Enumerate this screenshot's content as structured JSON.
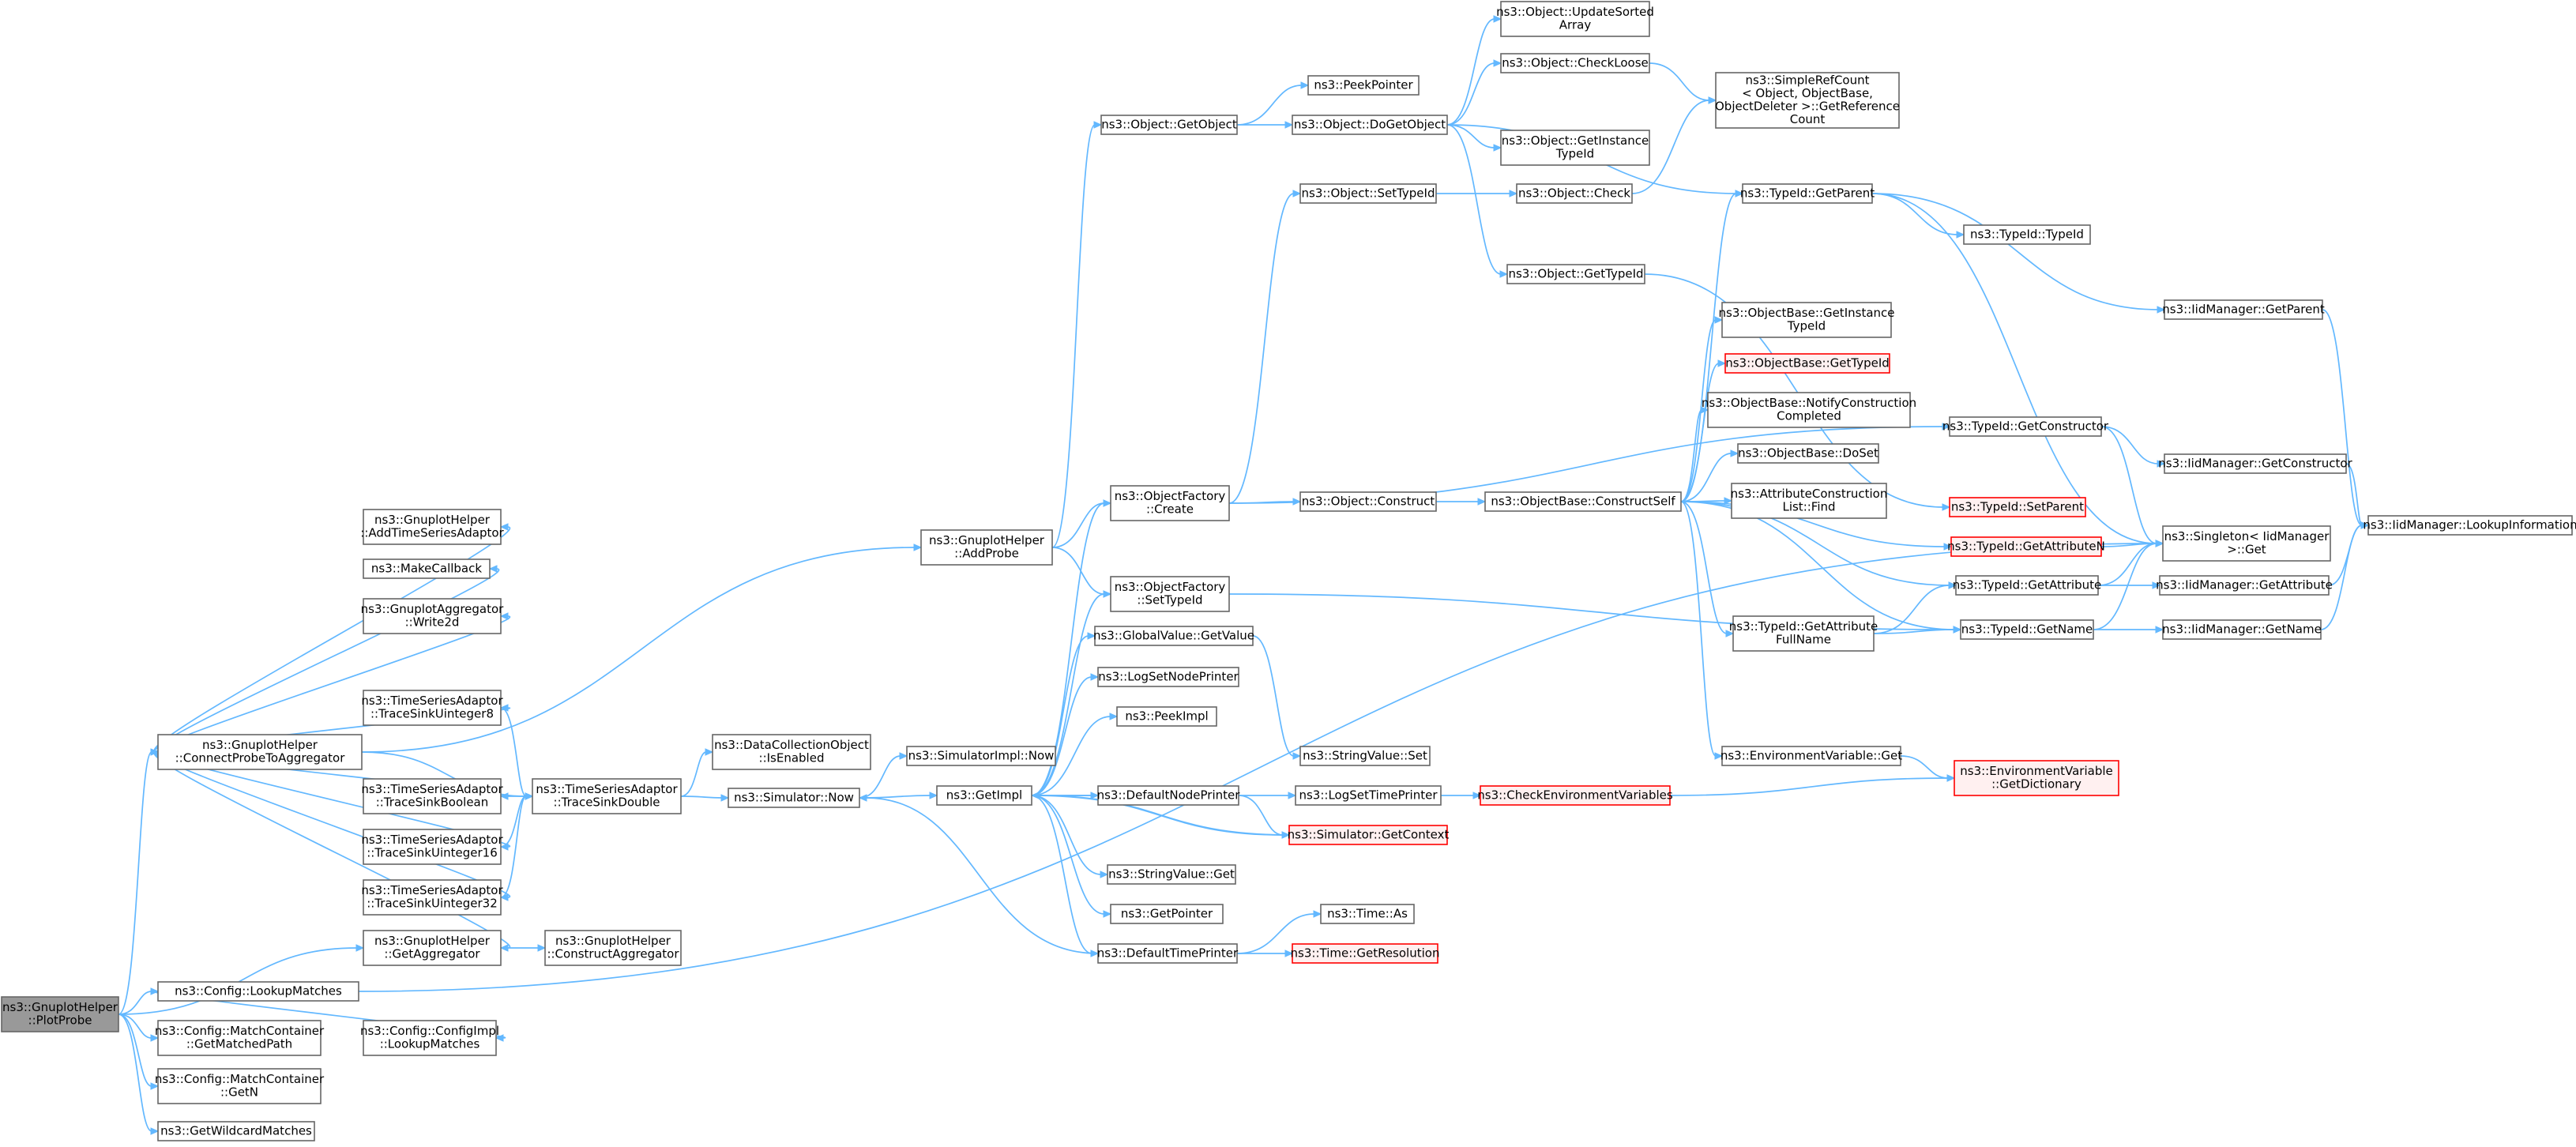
{
  "diagram": {
    "title": "",
    "colors": {
      "edge": "#63b8ff",
      "node_border": "#666666",
      "red_border": "#ff0000",
      "red_fill": "#fff0f0",
      "root_fill": "#999999"
    },
    "nodes": [
      {
        "id": "root",
        "lines": [
          "ns3::GnuplotHelper",
          "::PlotProbe"
        ],
        "style": "root"
      },
      {
        "id": "cpta",
        "lines": [
          "ns3::GnuplotHelper",
          "::ConnectProbeToAggregator"
        ]
      },
      {
        "id": "lookupMatches",
        "lines": [
          "ns3::Config::LookupMatches"
        ]
      },
      {
        "id": "mcGetMatchedPath",
        "lines": [
          "ns3::Config::MatchContainer",
          "::GetMatchedPath"
        ]
      },
      {
        "id": "mcGetN",
        "lines": [
          "ns3::Config::MatchContainer",
          "::GetN"
        ]
      },
      {
        "id": "getWildcard",
        "lines": [
          "ns3::GetWildcardMatches"
        ]
      },
      {
        "id": "addTSA",
        "lines": [
          "ns3::GnuplotHelper",
          "::AddTimeSeriesAdaptor"
        ]
      },
      {
        "id": "makeCallback",
        "lines": [
          "ns3::MakeCallback"
        ]
      },
      {
        "id": "write2d",
        "lines": [
          "ns3::GnuplotAggregator",
          "::Write2d"
        ]
      },
      {
        "id": "tsUint8",
        "lines": [
          "ns3::TimeSeriesAdaptor",
          "::TraceSinkUinteger8"
        ]
      },
      {
        "id": "tsBool",
        "lines": [
          "ns3::TimeSeriesAdaptor",
          "::TraceSinkBoolean"
        ]
      },
      {
        "id": "tsUint16",
        "lines": [
          "ns3::TimeSeriesAdaptor",
          "::TraceSinkUinteger16"
        ]
      },
      {
        "id": "tsUint32",
        "lines": [
          "ns3::TimeSeriesAdaptor",
          "::TraceSinkUinteger32"
        ]
      },
      {
        "id": "getAggregator",
        "lines": [
          "ns3::GnuplotHelper",
          "::GetAggregator"
        ]
      },
      {
        "id": "tsDouble",
        "lines": [
          "ns3::TimeSeriesAdaptor",
          "::TraceSinkDouble"
        ]
      },
      {
        "id": "constructAgg",
        "lines": [
          "ns3::GnuplotHelper",
          "::ConstructAggregator"
        ]
      },
      {
        "id": "dcoIsEnabled",
        "lines": [
          "ns3::DataCollectionObject",
          "::IsEnabled"
        ]
      },
      {
        "id": "simNow",
        "lines": [
          "ns3::Simulator::Now"
        ]
      },
      {
        "id": "simImplNow",
        "lines": [
          "ns3::SimulatorImpl::Now"
        ]
      },
      {
        "id": "configImplLookup",
        "lines": [
          "ns3::Config::ConfigImpl",
          "::LookupMatches"
        ]
      },
      {
        "id": "addProbe",
        "lines": [
          "ns3::GnuplotHelper",
          "::AddProbe"
        ]
      },
      {
        "id": "getImpl",
        "lines": [
          "ns3::GetImpl"
        ]
      },
      {
        "id": "objGetObject",
        "lines": [
          "ns3::Object::GetObject"
        ]
      },
      {
        "id": "ofCreate",
        "lines": [
          "ns3::ObjectFactory",
          "::Create"
        ]
      },
      {
        "id": "ofSetTypeId",
        "lines": [
          "ns3::ObjectFactory",
          "::SetTypeId"
        ]
      },
      {
        "id": "gvGetValue",
        "lines": [
          "ns3::GlobalValue::GetValue"
        ]
      },
      {
        "id": "logSetNodePrinter",
        "lines": [
          "ns3::LogSetNodePrinter"
        ]
      },
      {
        "id": "peekImpl",
        "lines": [
          "ns3::PeekImpl"
        ]
      },
      {
        "id": "defaultNodePrinter",
        "lines": [
          "ns3::DefaultNodePrinter"
        ]
      },
      {
        "id": "stringValueGet",
        "lines": [
          "ns3::StringValue::Get"
        ]
      },
      {
        "id": "getPointer",
        "lines": [
          "ns3::GetPointer"
        ]
      },
      {
        "id": "defaultTimePrinter",
        "lines": [
          "ns3::DefaultTimePrinter"
        ]
      },
      {
        "id": "peekPointer",
        "lines": [
          "ns3::PeekPointer"
        ]
      },
      {
        "id": "objDoGetObject",
        "lines": [
          "ns3::Object::DoGetObject"
        ]
      },
      {
        "id": "objSetTypeId",
        "lines": [
          "ns3::Object::SetTypeId"
        ]
      },
      {
        "id": "objConstruct",
        "lines": [
          "ns3::Object::Construct"
        ]
      },
      {
        "id": "stringValueSet",
        "lines": [
          "ns3::StringValue::Set"
        ]
      },
      {
        "id": "logSetTimePrinter",
        "lines": [
          "ns3::LogSetTimePrinter"
        ]
      },
      {
        "id": "simGetContext",
        "lines": [
          "ns3::Simulator::GetContext"
        ],
        "style": "red"
      },
      {
        "id": "timeAs",
        "lines": [
          "ns3::Time::As"
        ]
      },
      {
        "id": "timeGetRes",
        "lines": [
          "ns3::Time::GetResolution"
        ],
        "style": "red"
      },
      {
        "id": "objUpdateSorted",
        "lines": [
          "ns3::Object::UpdateSorted",
          "Array"
        ]
      },
      {
        "id": "objCheckLoose",
        "lines": [
          "ns3::Object::CheckLoose"
        ]
      },
      {
        "id": "objGetInstanceTypeId",
        "lines": [
          "ns3::Object::GetInstance",
          "TypeId"
        ]
      },
      {
        "id": "objCheck",
        "lines": [
          "ns3::Object::Check"
        ]
      },
      {
        "id": "objGetTypeId",
        "lines": [
          "ns3::Object::GetTypeId"
        ]
      },
      {
        "id": "obConstructSelf",
        "lines": [
          "ns3::ObjectBase::ConstructSelf"
        ]
      },
      {
        "id": "checkEnvVars",
        "lines": [
          "ns3::CheckEnvironmentVariables"
        ],
        "style": "red"
      },
      {
        "id": "simpleRefCount",
        "lines": [
          "ns3::SimpleRefCount",
          "< Object, ObjectBase,",
          "ObjectDeleter >::GetReference",
          "Count"
        ]
      },
      {
        "id": "typeIdGetParent",
        "lines": [
          "ns3::TypeId::GetParent"
        ]
      },
      {
        "id": "obGetInstanceTypeId",
        "lines": [
          "ns3::ObjectBase::GetInstance",
          "TypeId"
        ]
      },
      {
        "id": "obGetTypeId",
        "lines": [
          "ns3::ObjectBase::GetTypeId"
        ],
        "style": "red"
      },
      {
        "id": "obNotifyConstruction",
        "lines": [
          "ns3::ObjectBase::NotifyConstruction",
          "Completed"
        ]
      },
      {
        "id": "obDoSet",
        "lines": [
          "ns3::ObjectBase::DoSet"
        ]
      },
      {
        "id": "attrConstructionFind",
        "lines": [
          "ns3::AttributeConstruction",
          "List::Find"
        ]
      },
      {
        "id": "typeIdGetAttrFullName",
        "lines": [
          "ns3::TypeId::GetAttribute",
          "FullName"
        ]
      },
      {
        "id": "envVarGet",
        "lines": [
          "ns3::EnvironmentVariable::Get"
        ]
      },
      {
        "id": "typeIdTypeId",
        "lines": [
          "ns3::TypeId::TypeId"
        ]
      },
      {
        "id": "typeIdGetConstructor",
        "lines": [
          "ns3::TypeId::GetConstructor"
        ]
      },
      {
        "id": "typeIdSetParent",
        "lines": [
          "ns3::TypeId::SetParent"
        ],
        "style": "red"
      },
      {
        "id": "typeIdGetAttributeN",
        "lines": [
          "ns3::TypeId::GetAttributeN"
        ],
        "style": "red"
      },
      {
        "id": "typeIdGetAttribute",
        "lines": [
          "ns3::TypeId::GetAttribute"
        ]
      },
      {
        "id": "typeIdGetName",
        "lines": [
          "ns3::TypeId::GetName"
        ]
      },
      {
        "id": "envVarGetDict",
        "lines": [
          "ns3::EnvironmentVariable",
          "::GetDictionary"
        ],
        "style": "red"
      },
      {
        "id": "iidGetParent",
        "lines": [
          "ns3::IidManager::GetParent"
        ]
      },
      {
        "id": "iidGetConstructor",
        "lines": [
          "ns3::IidManager::GetConstructor"
        ]
      },
      {
        "id": "singletonGet",
        "lines": [
          "ns3::Singleton< IidManager",
          ">::Get"
        ]
      },
      {
        "id": "iidGetAttribute",
        "lines": [
          "ns3::IidManager::GetAttribute"
        ]
      },
      {
        "id": "iidGetName",
        "lines": [
          "ns3::IidManager::GetName"
        ]
      },
      {
        "id": "iidLookupInfo",
        "lines": [
          "ns3::IidManager::LookupInformation"
        ]
      }
    ],
    "edges": [
      [
        "root",
        "cpta"
      ],
      [
        "root",
        "getAggregator"
      ],
      [
        "root",
        "lookupMatches"
      ],
      [
        "root",
        "mcGetMatchedPath"
      ],
      [
        "root",
        "mcGetN"
      ],
      [
        "root",
        "getWildcard"
      ],
      [
        "cpta",
        "addTSA"
      ],
      [
        "cpta",
        "makeCallback"
      ],
      [
        "cpta",
        "write2d"
      ],
      [
        "cpta",
        "tsUint8"
      ],
      [
        "cpta",
        "tsBool"
      ],
      [
        "cpta",
        "tsUint16"
      ],
      [
        "cpta",
        "tsUint32"
      ],
      [
        "cpta",
        "getAggregator"
      ],
      [
        "cpta",
        "tsDouble"
      ],
      [
        "cpta",
        "addProbe"
      ],
      [
        "tsUint8",
        "tsDouble"
      ],
      [
        "tsBool",
        "tsDouble"
      ],
      [
        "tsUint16",
        "tsDouble"
      ],
      [
        "tsUint32",
        "tsDouble"
      ],
      [
        "tsDouble",
        "dcoIsEnabled"
      ],
      [
        "tsDouble",
        "simNow"
      ],
      [
        "getAggregator",
        "constructAgg"
      ],
      [
        "lookupMatches",
        "configImplLookup"
      ],
      [
        "lookupMatches",
        "singletonGet"
      ],
      [
        "simNow",
        "simImplNow"
      ],
      [
        "simNow",
        "getImpl"
      ],
      [
        "addProbe",
        "objGetObject"
      ],
      [
        "addProbe",
        "ofCreate"
      ],
      [
        "addProbe",
        "ofSetTypeId"
      ],
      [
        "getImpl",
        "ofCreate"
      ],
      [
        "getImpl",
        "ofSetTypeId"
      ],
      [
        "getImpl",
        "gvGetValue"
      ],
      [
        "getImpl",
        "logSetNodePrinter"
      ],
      [
        "getImpl",
        "peekImpl"
      ],
      [
        "getImpl",
        "defaultNodePrinter"
      ],
      [
        "getImpl",
        "logSetTimePrinter"
      ],
      [
        "getImpl",
        "simGetContext"
      ],
      [
        "getImpl",
        "stringValueGet"
      ],
      [
        "getImpl",
        "getPointer"
      ],
      [
        "getImpl",
        "defaultTimePrinter"
      ],
      [
        "simGetContext",
        "getImpl"
      ],
      [
        "defaultTimePrinter",
        "simNow"
      ],
      [
        "objGetObject",
        "peekPointer"
      ],
      [
        "objGetObject",
        "objDoGetObject"
      ],
      [
        "objDoGetObject",
        "objUpdateSorted"
      ],
      [
        "objDoGetObject",
        "objCheckLoose"
      ],
      [
        "objDoGetObject",
        "objGetInstanceTypeId"
      ],
      [
        "objDoGetObject",
        "objGetTypeId"
      ],
      [
        "objDoGetObject",
        "typeIdGetParent"
      ],
      [
        "objCheckLoose",
        "simpleRefCount"
      ],
      [
        "objCheck",
        "simpleRefCount"
      ],
      [
        "ofCreate",
        "objSetTypeId"
      ],
      [
        "ofCreate",
        "objConstruct"
      ],
      [
        "ofCreate",
        "typeIdGetConstructor"
      ],
      [
        "objSetTypeId",
        "objCheck"
      ],
      [
        "objConstruct",
        "obConstructSelf"
      ],
      [
        "objGetTypeId",
        "typeIdSetParent"
      ],
      [
        "ofSetTypeId",
        "typeIdGetName"
      ],
      [
        "gvGetValue",
        "stringValueSet"
      ],
      [
        "defaultNodePrinter",
        "simGetContext"
      ],
      [
        "logSetTimePrinter",
        "checkEnvVars"
      ],
      [
        "checkEnvVars",
        "envVarGetDict"
      ],
      [
        "defaultTimePrinter",
        "timeAs"
      ],
      [
        "defaultTimePrinter",
        "timeGetRes"
      ],
      [
        "obConstructSelf",
        "typeIdGetParent"
      ],
      [
        "obConstructSelf",
        "obGetInstanceTypeId"
      ],
      [
        "obConstructSelf",
        "obGetTypeId"
      ],
      [
        "obConstructSelf",
        "obNotifyConstruction"
      ],
      [
        "obConstructSelf",
        "obDoSet"
      ],
      [
        "obConstructSelf",
        "attrConstructionFind"
      ],
      [
        "obConstructSelf",
        "typeIdGetAttributeN"
      ],
      [
        "obConstructSelf",
        "typeIdGetAttribute"
      ],
      [
        "obConstructSelf",
        "typeIdGetAttrFullName"
      ],
      [
        "obConstructSelf",
        "typeIdGetName"
      ],
      [
        "obConstructSelf",
        "envVarGet"
      ],
      [
        "envVarGet",
        "envVarGetDict"
      ],
      [
        "typeIdGetAttrFullName",
        "typeIdGetAttribute"
      ],
      [
        "typeIdGetAttrFullName",
        "typeIdGetName"
      ],
      [
        "typeIdGetParent",
        "typeIdTypeId"
      ],
      [
        "typeIdGetParent",
        "iidGetParent"
      ],
      [
        "typeIdGetParent",
        "singletonGet"
      ],
      [
        "typeIdGetConstructor",
        "iidGetConstructor"
      ],
      [
        "typeIdGetConstructor",
        "singletonGet"
      ],
      [
        "typeIdGetAttributeN",
        "singletonGet"
      ],
      [
        "typeIdGetAttribute",
        "singletonGet"
      ],
      [
        "typeIdGetAttribute",
        "iidGetAttribute"
      ],
      [
        "typeIdGetName",
        "singletonGet"
      ],
      [
        "typeIdGetName",
        "iidGetName"
      ],
      [
        "iidGetParent",
        "iidLookupInfo"
      ],
      [
        "iidGetConstructor",
        "iidLookupInfo"
      ],
      [
        "iidGetAttribute",
        "iidLookupInfo"
      ],
      [
        "iidGetName",
        "iidLookupInfo"
      ]
    ]
  }
}
